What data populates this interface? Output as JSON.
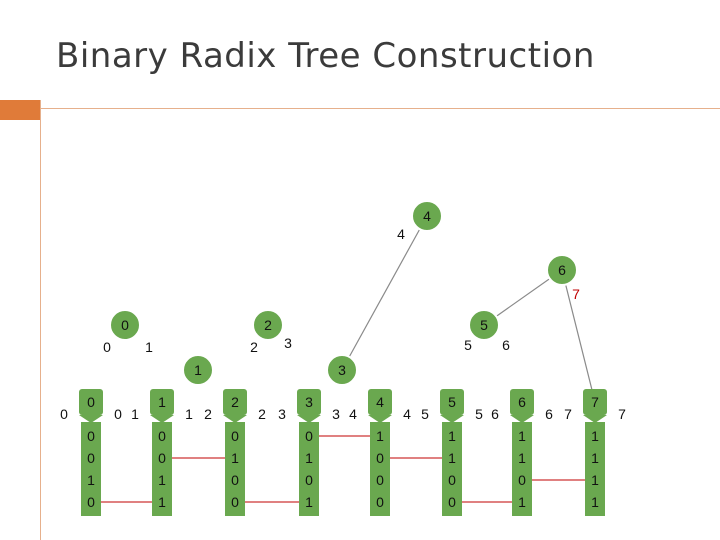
{
  "slide": {
    "title": "Binary Radix Tree Construction",
    "accent_color": "#e07b39",
    "rule_color": "#e6b08c"
  },
  "colors": {
    "node_fill": "#6aa84f",
    "node_stroke": "#ffffff",
    "edge": "#8a8a8a",
    "leaf_link": "#c00000",
    "text": "#111111"
  },
  "leaves": [
    {
      "key": "0",
      "bits": [
        "0",
        "0",
        "1",
        "0"
      ],
      "left_label": "0",
      "right_label": "0"
    },
    {
      "key": "1",
      "bits": [
        "0",
        "0",
        "1",
        "1"
      ],
      "left_label": "1",
      "right_label": "1"
    },
    {
      "key": "2",
      "bits": [
        "0",
        "1",
        "0",
        "0"
      ],
      "left_label": "2",
      "right_label": "2"
    },
    {
      "key": "3",
      "bits": [
        "0",
        "1",
        "0",
        "1"
      ],
      "left_label": "3",
      "right_label": "3"
    },
    {
      "key": "4",
      "bits": [
        "1",
        "0",
        "0",
        "0"
      ],
      "left_label": "4",
      "right_label": "4"
    },
    {
      "key": "5",
      "bits": [
        "1",
        "1",
        "0",
        "0"
      ],
      "left_label": "5",
      "right_label": "5"
    },
    {
      "key": "6",
      "bits": [
        "1",
        "1",
        "0",
        "1"
      ],
      "left_label": "6",
      "right_label": "6"
    },
    {
      "key": "7",
      "bits": [
        "1",
        "1",
        "1",
        "1"
      ],
      "left_label": "7",
      "right_label": "7"
    }
  ],
  "internal_nodes": [
    {
      "id": "n4",
      "key": "4",
      "range_left": "4",
      "range_right": ""
    },
    {
      "id": "n6",
      "key": "6",
      "range_left": "",
      "range_right": "7"
    },
    {
      "id": "n0",
      "key": "0",
      "range_left": "0",
      "range_right": "1"
    },
    {
      "id": "n2",
      "key": "2",
      "range_left": "2",
      "range_right": "3"
    },
    {
      "id": "n5",
      "key": "5",
      "range_left": "5",
      "range_right": "6"
    },
    {
      "id": "n1",
      "key": "1",
      "range_left": "",
      "range_right": ""
    },
    {
      "id": "n3",
      "key": "3",
      "range_left": "",
      "range_right": ""
    }
  ],
  "edges": [
    {
      "from": "n4",
      "to": "n3"
    },
    {
      "from": "n6",
      "to": "n5"
    },
    {
      "from": "n6",
      "to": "leaf7"
    }
  ]
}
